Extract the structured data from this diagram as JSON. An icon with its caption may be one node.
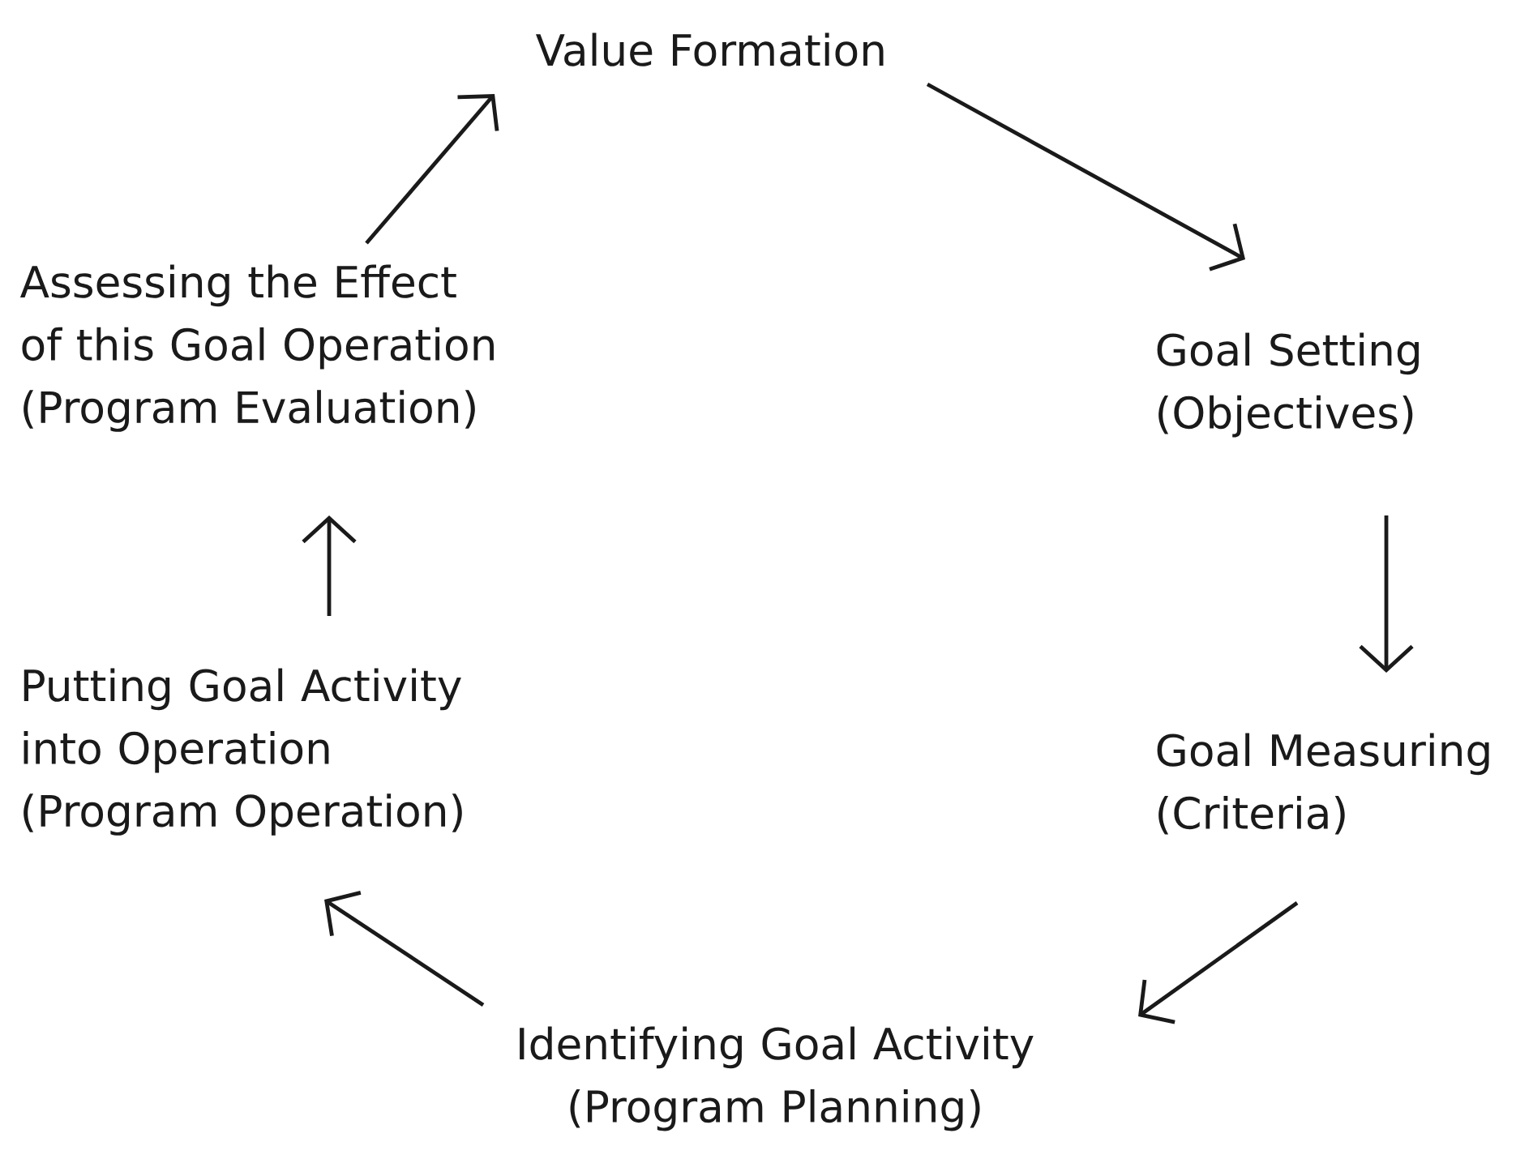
{
  "diagram": {
    "nodes": [
      {
        "text": [
          "Value Formation"
        ]
      },
      {
        "text": [
          "Assessing the Effect of this Goal Operation",
          "(Program Evaluation)"
        ]
      },
      {
        "text": [
          "Goal Setting",
          "(Objectives)"
        ]
      },
      {
        "text": [
          "Putting Goal Activity into Operation",
          "(Program Operation)"
        ]
      },
      {
        "text": [
          "Goal Measuring",
          "(Criteria)"
        ]
      },
      {
        "text": [
          "Identifying Goal Activity",
          "(Program Planning)"
        ]
      }
    ],
    "edges": [
      {
        "from": 0,
        "to": 2,
        "arrow": "to"
      },
      {
        "from": 2,
        "to": 4,
        "arrow": "to"
      },
      {
        "from": 4,
        "to": 5,
        "arrow": "to"
      },
      {
        "from": 5,
        "to": 3,
        "arrow": "to"
      },
      {
        "from": 3,
        "to": 1,
        "arrow": "to"
      },
      {
        "from": 1,
        "to": 0,
        "arrow": "to"
      }
    ]
  }
}
